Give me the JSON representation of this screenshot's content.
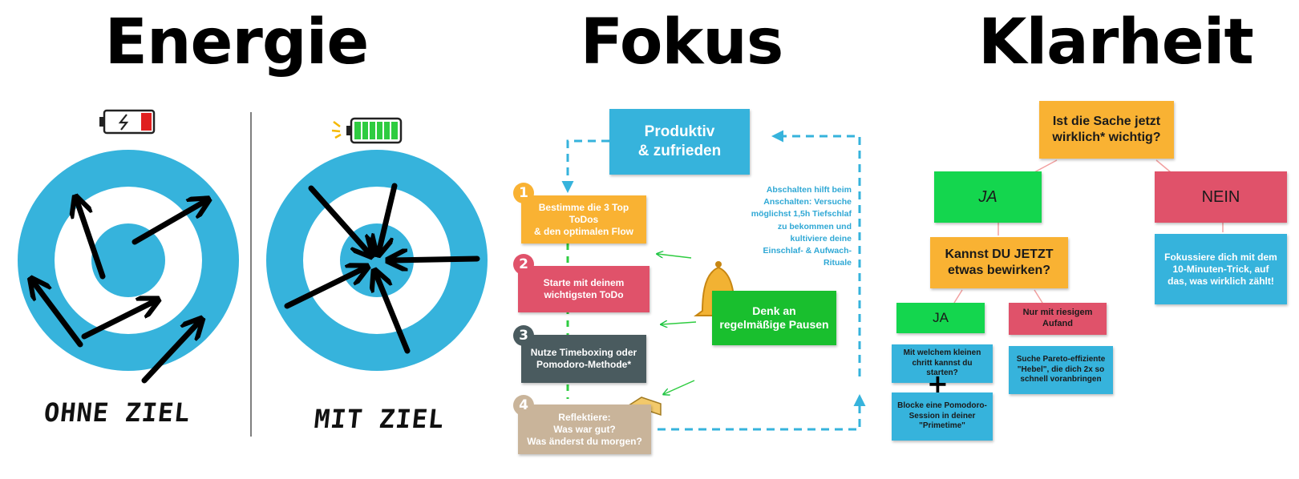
{
  "headings": {
    "energie": "Energie",
    "fokus": "Fokus",
    "klarheit": "Klarheit"
  },
  "energie": {
    "left_label": "OHNE ZIEL",
    "right_label": "MIT ZIEL",
    "battery_low_level": 0.15,
    "battery_full_level": 1.0
  },
  "fokus": {
    "top_box": "Produktiv\n& zufrieden",
    "steps": [
      {
        "num": "1",
        "text": "Bestimme die 3 Top ToDos\n& den optimalen Flow"
      },
      {
        "num": "2",
        "text": "Starte mit deinem\nwichtigsten ToDo"
      },
      {
        "num": "3",
        "text": "Nutze Timeboxing oder\nPomodoro-Methode*"
      },
      {
        "num": "4",
        "text": "Reflektiere:\nWas war gut?\nWas änderst du morgen?"
      }
    ],
    "pause_box": "Denk an\nregelmäßige Pausen",
    "sleep_note": "Abschalten hilft beim\nAnschalten: Versuche\nmöglichst 1,5h Tiefschlaf\nzu bekommen und\nkultiviere deine\nEinschlaf- & Aufwach-\nRituale"
  },
  "klarheit": {
    "question": "Ist die Sache jetzt\nwirklich* wichtig?",
    "yes": "JA",
    "no": "NEIN",
    "no_text": "Fokussiere dich mit dem\n10-Minuten-Trick, auf\ndas, was wirklich zählt!",
    "question2": "Kannst DU JETZT\netwas bewirken?",
    "yes2": "JA",
    "effort": "Nur mit riesigem\nAufand",
    "small_step": "Mit welchem kleinen\nchritt kannst du starten?",
    "plus": "+",
    "pomodoro": "Blocke eine Pomodoro-\nSession in deiner\n\"Primetime\"",
    "pareto": "Suche Pareto-effiziente\n\"Hebel\", die dich 2x so\nschnell voranbringen"
  },
  "colors": {
    "blue": "#36b3dc",
    "orange": "#f9b233",
    "red": "#e0526a",
    "green": "#14d64e",
    "slate": "#4a5b5f",
    "tan": "#c9b49a",
    "darkgreen": "#19bf2e"
  }
}
